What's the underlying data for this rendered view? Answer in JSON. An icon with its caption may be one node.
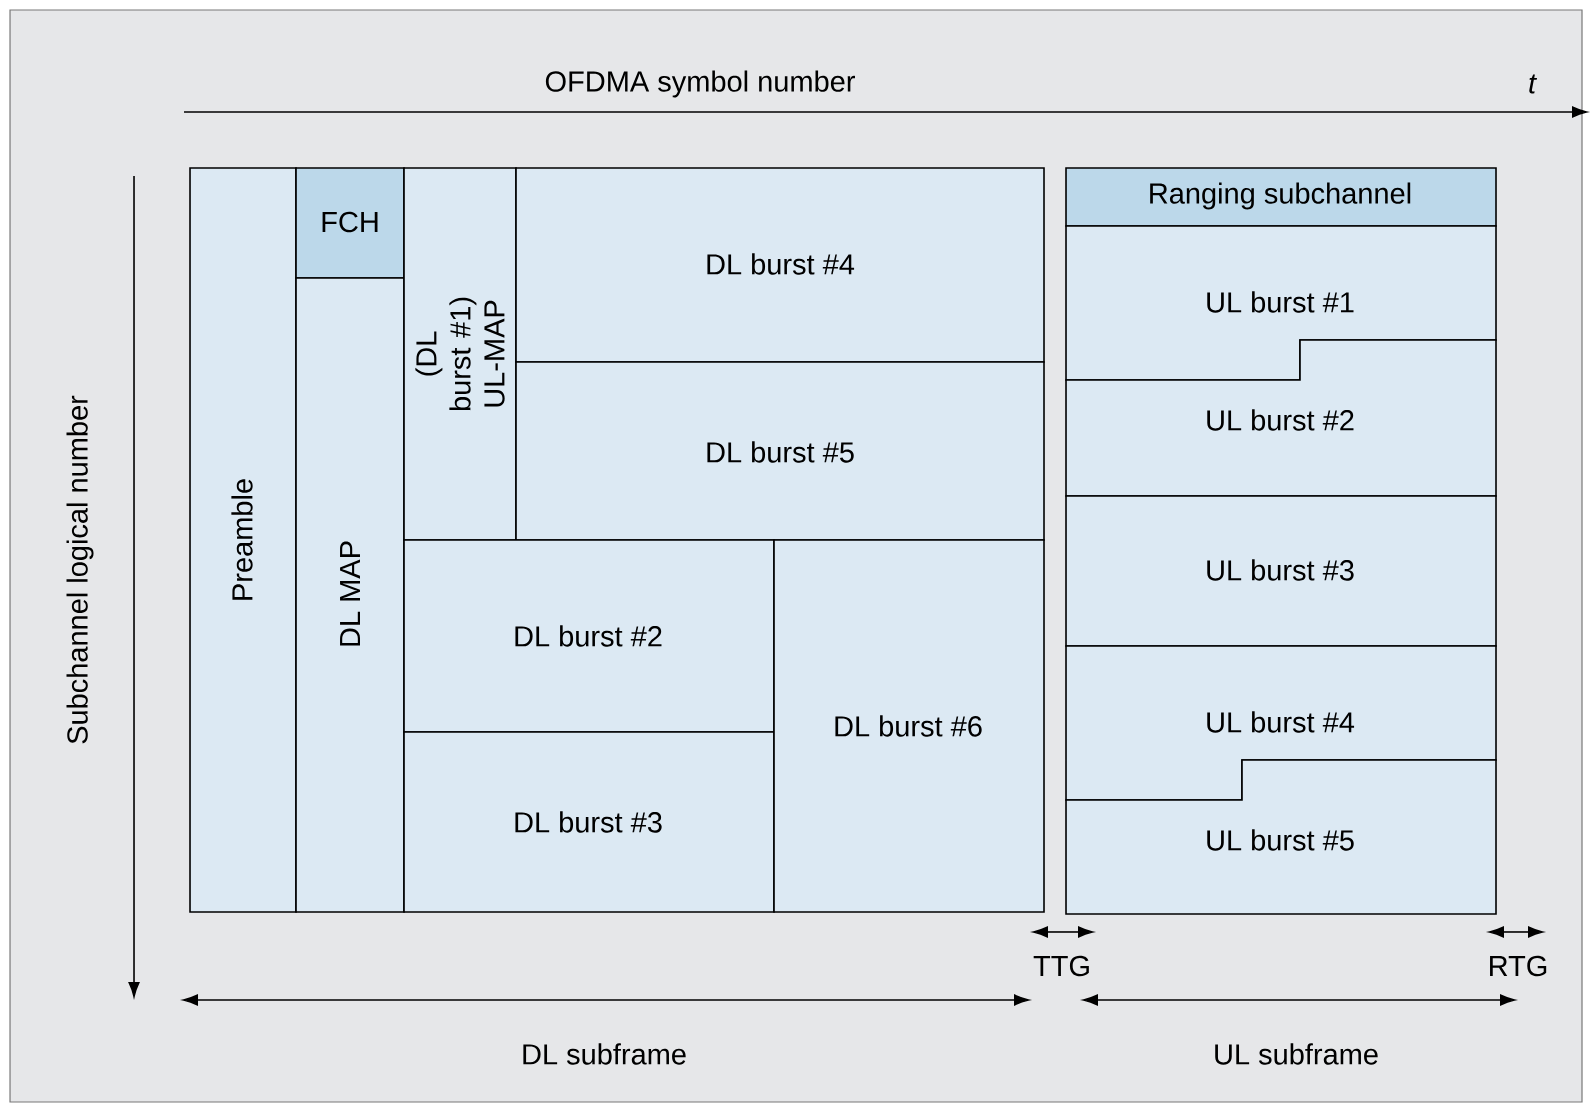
{
  "diagram": {
    "nodes": [
      {
        "text": [
          "Preamble"
        ]
      },
      {
        "text": [
          "FCH"
        ]
      },
      {
        "text": [
          "DL MAP"
        ]
      },
      {
        "text": [
          "(DL burst #1) UL-MAP"
        ]
      },
      {
        "text": [
          "DL burst #4"
        ]
      },
      {
        "text": [
          "DL burst #5"
        ]
      },
      {
        "text": [
          "DL burst #2"
        ]
      },
      {
        "text": [
          "DL burst #3"
        ]
      },
      {
        "text": [
          "DL burst #6"
        ]
      },
      {
        "text": [
          "Ranging subchannel"
        ]
      },
      {
        "text": [
          "UL burst #1"
        ]
      },
      {
        "text": [
          "UL burst #2"
        ]
      },
      {
        "text": [
          "UL burst #3"
        ]
      },
      {
        "text": [
          "UL burst #4"
        ]
      },
      {
        "text": [
          "UL burst #5"
        ]
      }
    ],
    "edges": [],
    "labels": [
      "OFDMA symbol number",
      "t",
      "Subchannel logical number",
      "TTG",
      "RTG",
      "DL subframe",
      "UL subframe"
    ]
  }
}
